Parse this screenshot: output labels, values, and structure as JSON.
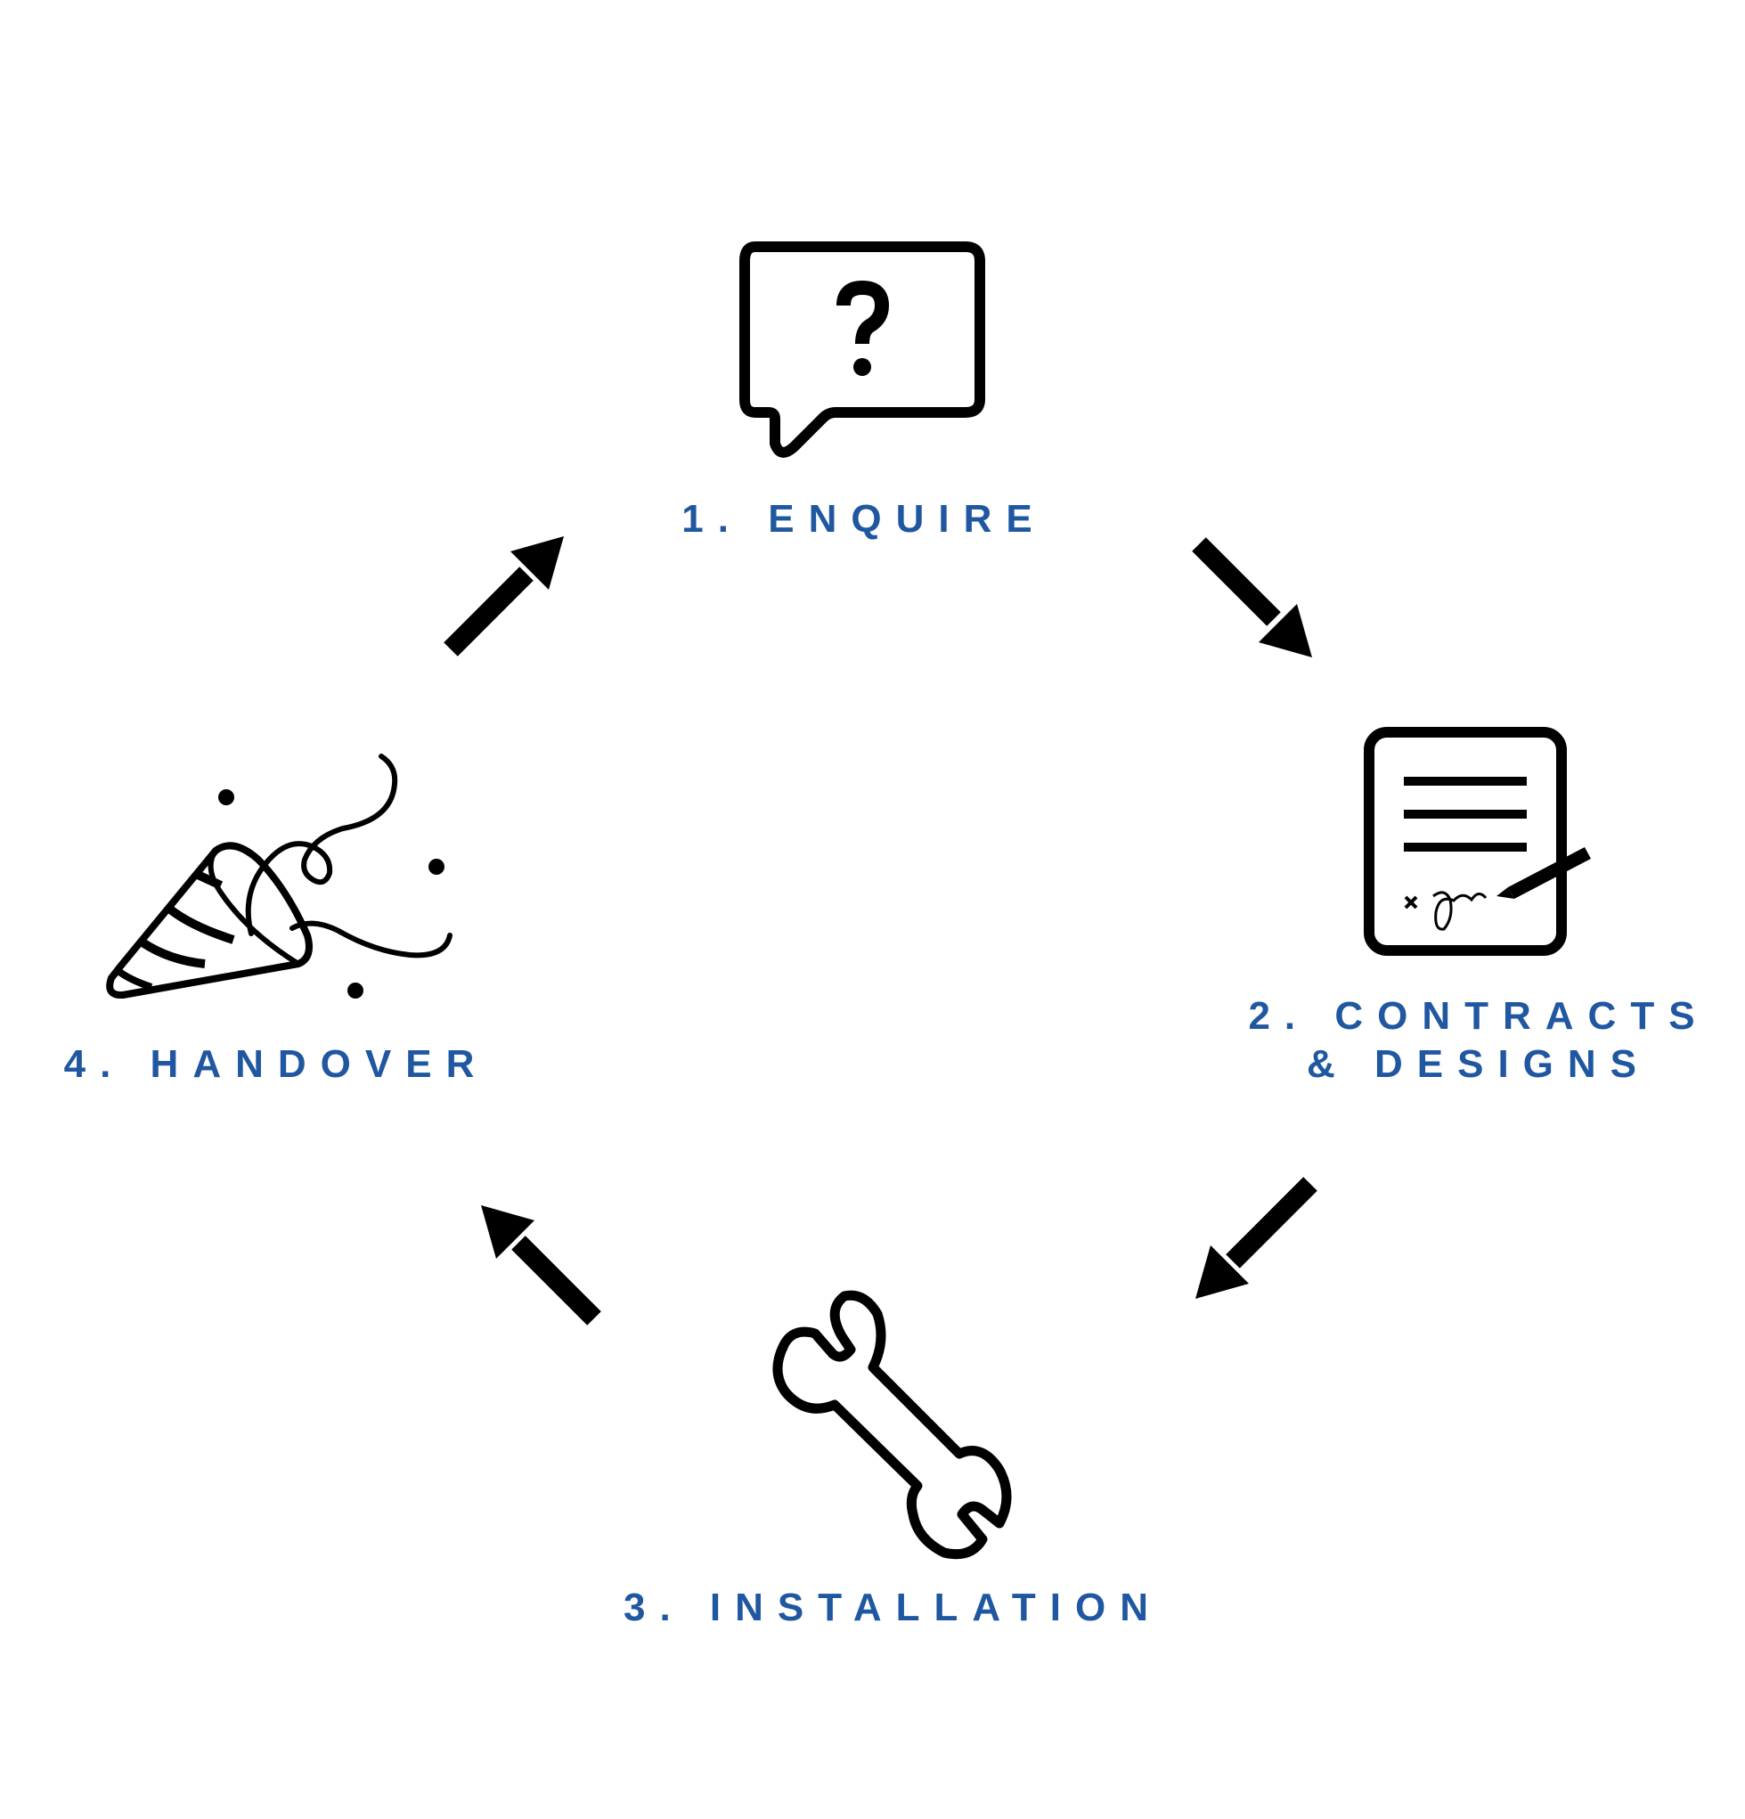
{
  "colors": {
    "label": "#1f57a0",
    "icon": "#000000",
    "background": "#ffffff"
  },
  "steps": [
    {
      "label": "1. ENQUIRE",
      "icon": "question-speech-bubble-icon"
    },
    {
      "label_line1": "2. CONTRACTS",
      "label_line2": "& DESIGNS",
      "icon": "signed-contract-icon"
    },
    {
      "label": "3. INSTALLATION",
      "icon": "wrench-icon"
    },
    {
      "label": "4. HANDOVER",
      "icon": "party-popper-icon"
    }
  ],
  "arrows": [
    {
      "from": "4. HANDOVER",
      "to": "1. ENQUIRE",
      "direction": "up-right"
    },
    {
      "from": "1. ENQUIRE",
      "to": "2. CONTRACTS & DESIGNS",
      "direction": "down-right"
    },
    {
      "from": "2. CONTRACTS & DESIGNS",
      "to": "3. INSTALLATION",
      "direction": "down-left"
    },
    {
      "from": "3. INSTALLATION",
      "to": "4. HANDOVER",
      "direction": "up-left"
    }
  ]
}
